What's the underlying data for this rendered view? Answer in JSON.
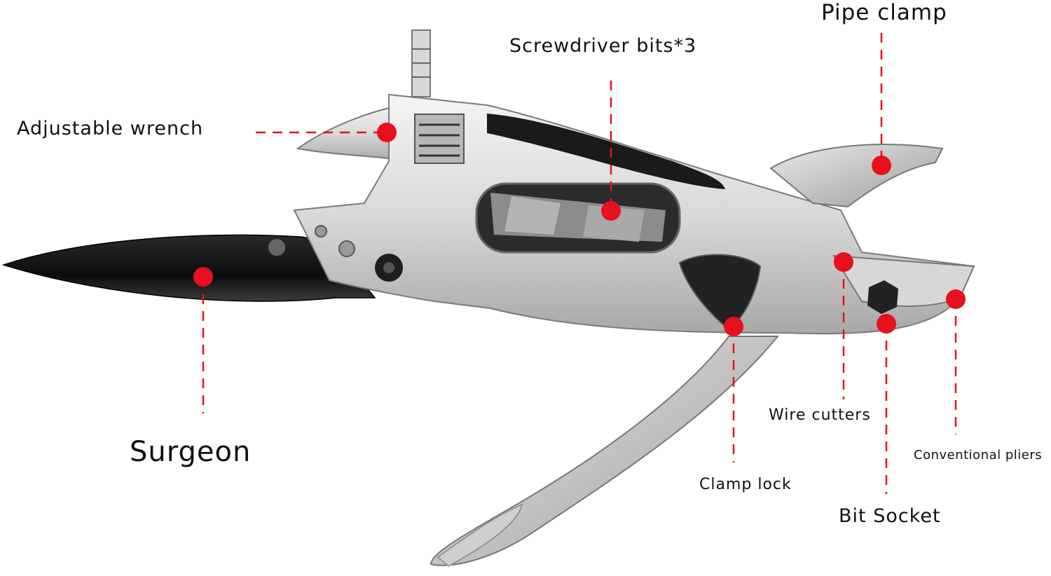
{
  "accent_color": "#e8101c",
  "labels": {
    "pipe_clamp": "Pipe clamp",
    "screwdriver_bits": "Screwdriver bits*3",
    "adjustable_wrench": "Adjustable wrench",
    "surgeon": "Surgeon",
    "wire_cutters": "Wire cutters",
    "conventional_pliers": "Conventional pliers",
    "clamp_lock": "Clamp lock",
    "bit_socket": "Bit Socket"
  }
}
